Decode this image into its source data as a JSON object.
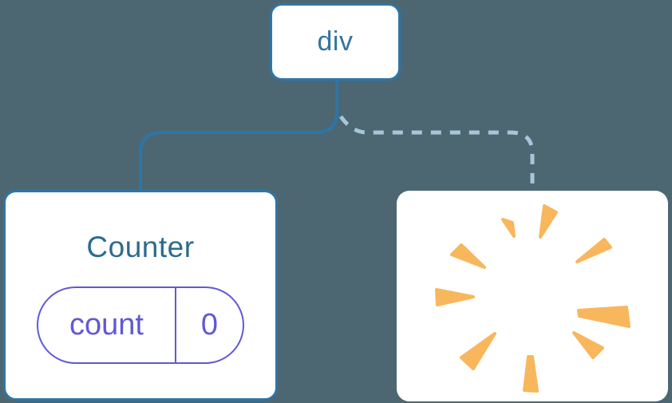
{
  "root_node": {
    "label": "div"
  },
  "counter_card": {
    "title": "Counter",
    "state_pill": {
      "key": "count",
      "value": "0"
    }
  },
  "removed_card": {
    "icon": "poof-starburst-icon"
  },
  "connectors": {
    "left_style": "solid",
    "right_style": "dashed"
  },
  "colors": {
    "background": "#4C6771",
    "node_border": "#2E75A8",
    "solid_line": "#2E75A8",
    "dashed_line": "#A7C5DB",
    "node_text": "#33749F",
    "title_text": "#2B6C8E",
    "pill": "#6059D6",
    "poof": "#F8B75C",
    "card_bg": "#FFFFFF"
  }
}
